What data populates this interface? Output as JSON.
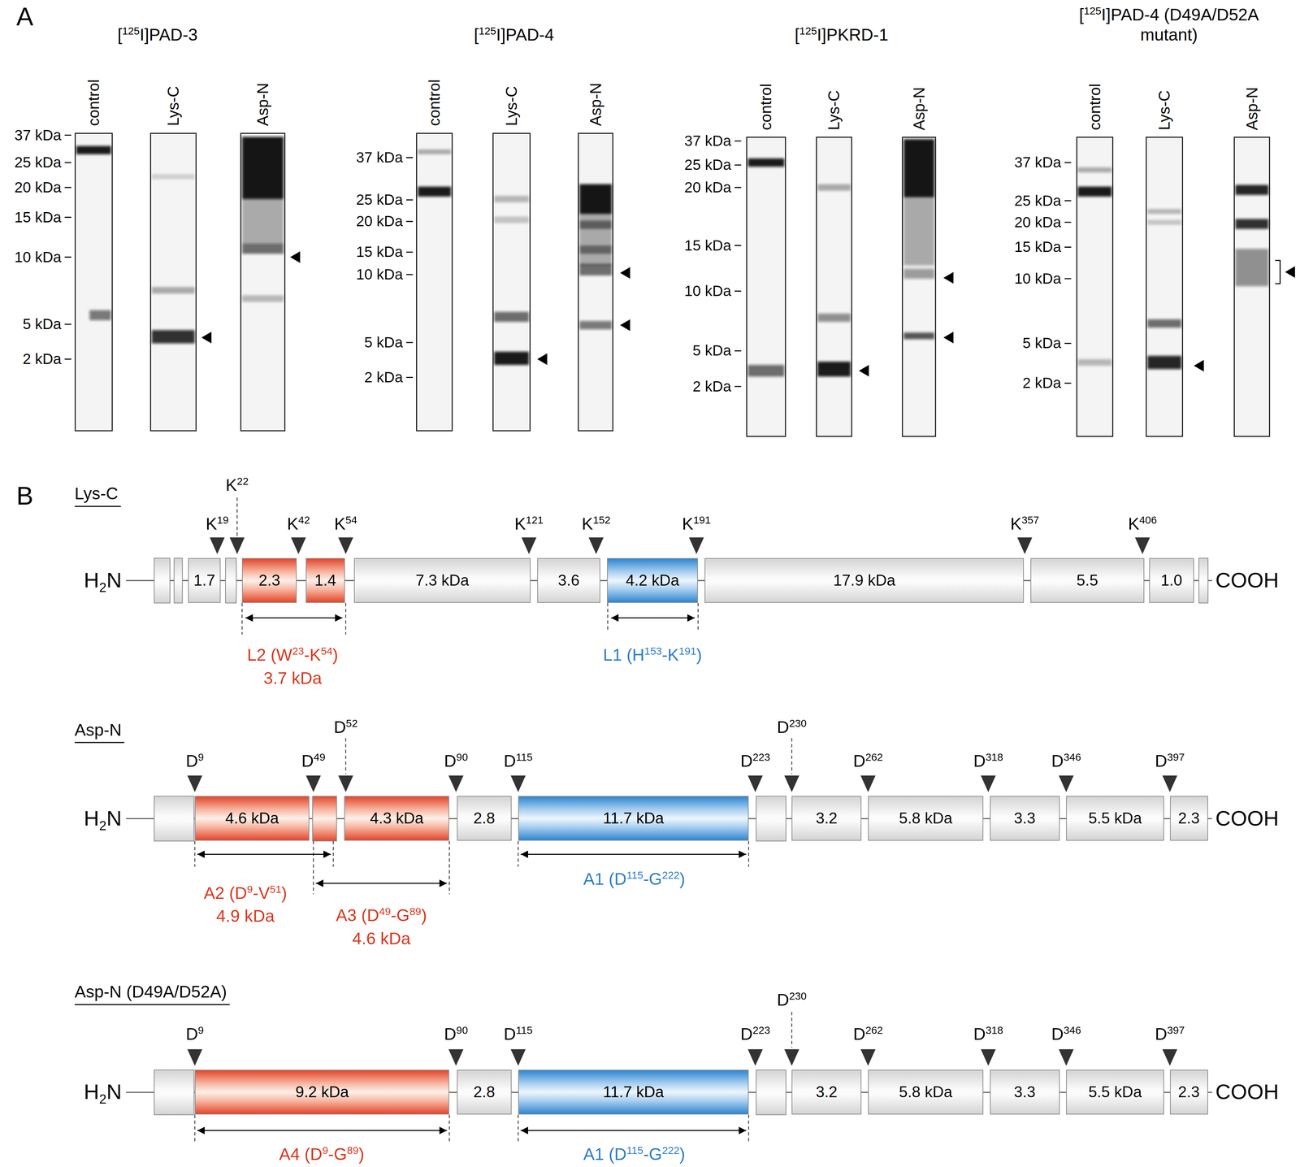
{
  "diagram": {
    "nodes": [
      {
        "text": [
          "control"
        ]
      },
      {
        "text": [
          "Lys-C"
        ]
      },
      {
        "text": [
          "Asp-N"
        ]
      },
      {
        "text": [
          "control"
        ]
      },
      {
        "text": [
          "Lys-C"
        ]
      },
      {
        "text": [
          "Asp-N"
        ]
      },
      {
        "text": [
          "control"
        ]
      },
      {
        "text": [
          "Lys-C"
        ]
      },
      {
        "text": [
          "Asp-N"
        ]
      },
      {
        "text": [
          "control"
        ]
      },
      {
        "text": [
          "Lys-C"
        ]
      },
      {
        "text": [
          "Asp-N"
        ]
      },
      {
        "text": [
          "1.7"
        ]
      },
      {
        "text": [
          "2.3"
        ]
      },
      {
        "text": [
          "1.4"
        ]
      },
      {
        "text": [
          "7.3 kDa"
        ]
      },
      {
        "text": [
          "3.6"
        ]
      },
      {
        "text": [
          "4.2 kDa"
        ]
      },
      {
        "text": [
          "17.9 kDa"
        ]
      },
      {
        "text": [
          "5.5"
        ]
      },
      {
        "text": [
          "1.0"
        ]
      },
      {
        "text": [
          "4.6 kDa"
        ]
      },
      {
        "text": [
          "4.3 kDa"
        ]
      },
      {
        "text": [
          "2.8"
        ]
      },
      {
        "text": [
          "11.7 kDa"
        ]
      },
      {
        "text": [
          "3.2"
        ]
      },
      {
        "text": [
          "5.8 kDa"
        ]
      },
      {
        "text": [
          "3.3"
        ]
      },
      {
        "text": [
          "5.5 kDa"
        ]
      },
      {
        "text": [
          "2.3"
        ]
      },
      {
        "text": [
          "9.2 kDa"
        ]
      },
      {
        "text": [
          "2.8"
        ]
      },
      {
        "text": [
          "11.7 kDa"
        ]
      },
      {
        "text": [
          "3.2"
        ]
      },
      {
        "text": [
          "5.8 kDa"
        ]
      },
      {
        "text": [
          "3.3"
        ]
      },
      {
        "text": [
          "5.5 kDa"
        ]
      },
      {
        "text": [
          "2.3"
        ]
      }
    ],
    "labels": [
      "A",
      "[125I]PAD-3",
      "37 kDa",
      "25 kDa",
      "20 kDa",
      "15 kDa",
      "10 kDa",
      "5 kDa",
      "2 kDa",
      "[125I]PAD-4",
      "37 kDa",
      "25 kDa",
      "20 kDa",
      "15 kDa",
      "10 kDa",
      "5 kDa",
      "2 kDa",
      "[125I]PKRD-1",
      "37 kDa",
      "25 kDa",
      "20 kDa",
      "15 kDa",
      "10 kDa",
      "5 kDa",
      "2 kDa",
      "[125I]PAD-4 (D49A/D52A mutant)",
      "37 kDa",
      "25 kDa",
      "20 kDa",
      "15 kDa",
      "10 kDa",
      "5 kDa",
      "2 kDa",
      "B",
      "Lys-C",
      "H2N",
      "K19",
      "K22",
      "K42",
      "K54",
      "K121",
      "K152",
      "K191",
      "K357",
      "K406",
      "COOH",
      "L2 (W23-K54)",
      "3.7 kDa",
      "L1 (H153-K191)",
      "Asp-N",
      "H2N",
      "D9",
      "D49",
      "D52",
      "D90",
      "D115",
      "D223",
      "D230",
      "D262",
      "D318",
      "D346",
      "D397",
      "COOH",
      "A2 (D9-V51)",
      "4.9 kDa",
      "A3 (D49-G89)",
      "4.6 kDa",
      "A1 (D115-G222)",
      "Asp-N (D49A/D52A)",
      "H2N",
      "D9",
      "D90",
      "D115",
      "D223",
      "D230",
      "D262",
      "D318",
      "D346",
      "D397",
      "COOH",
      "A4 (D9-G89)",
      "A1 (D115-G222)"
    ]
  }
}
